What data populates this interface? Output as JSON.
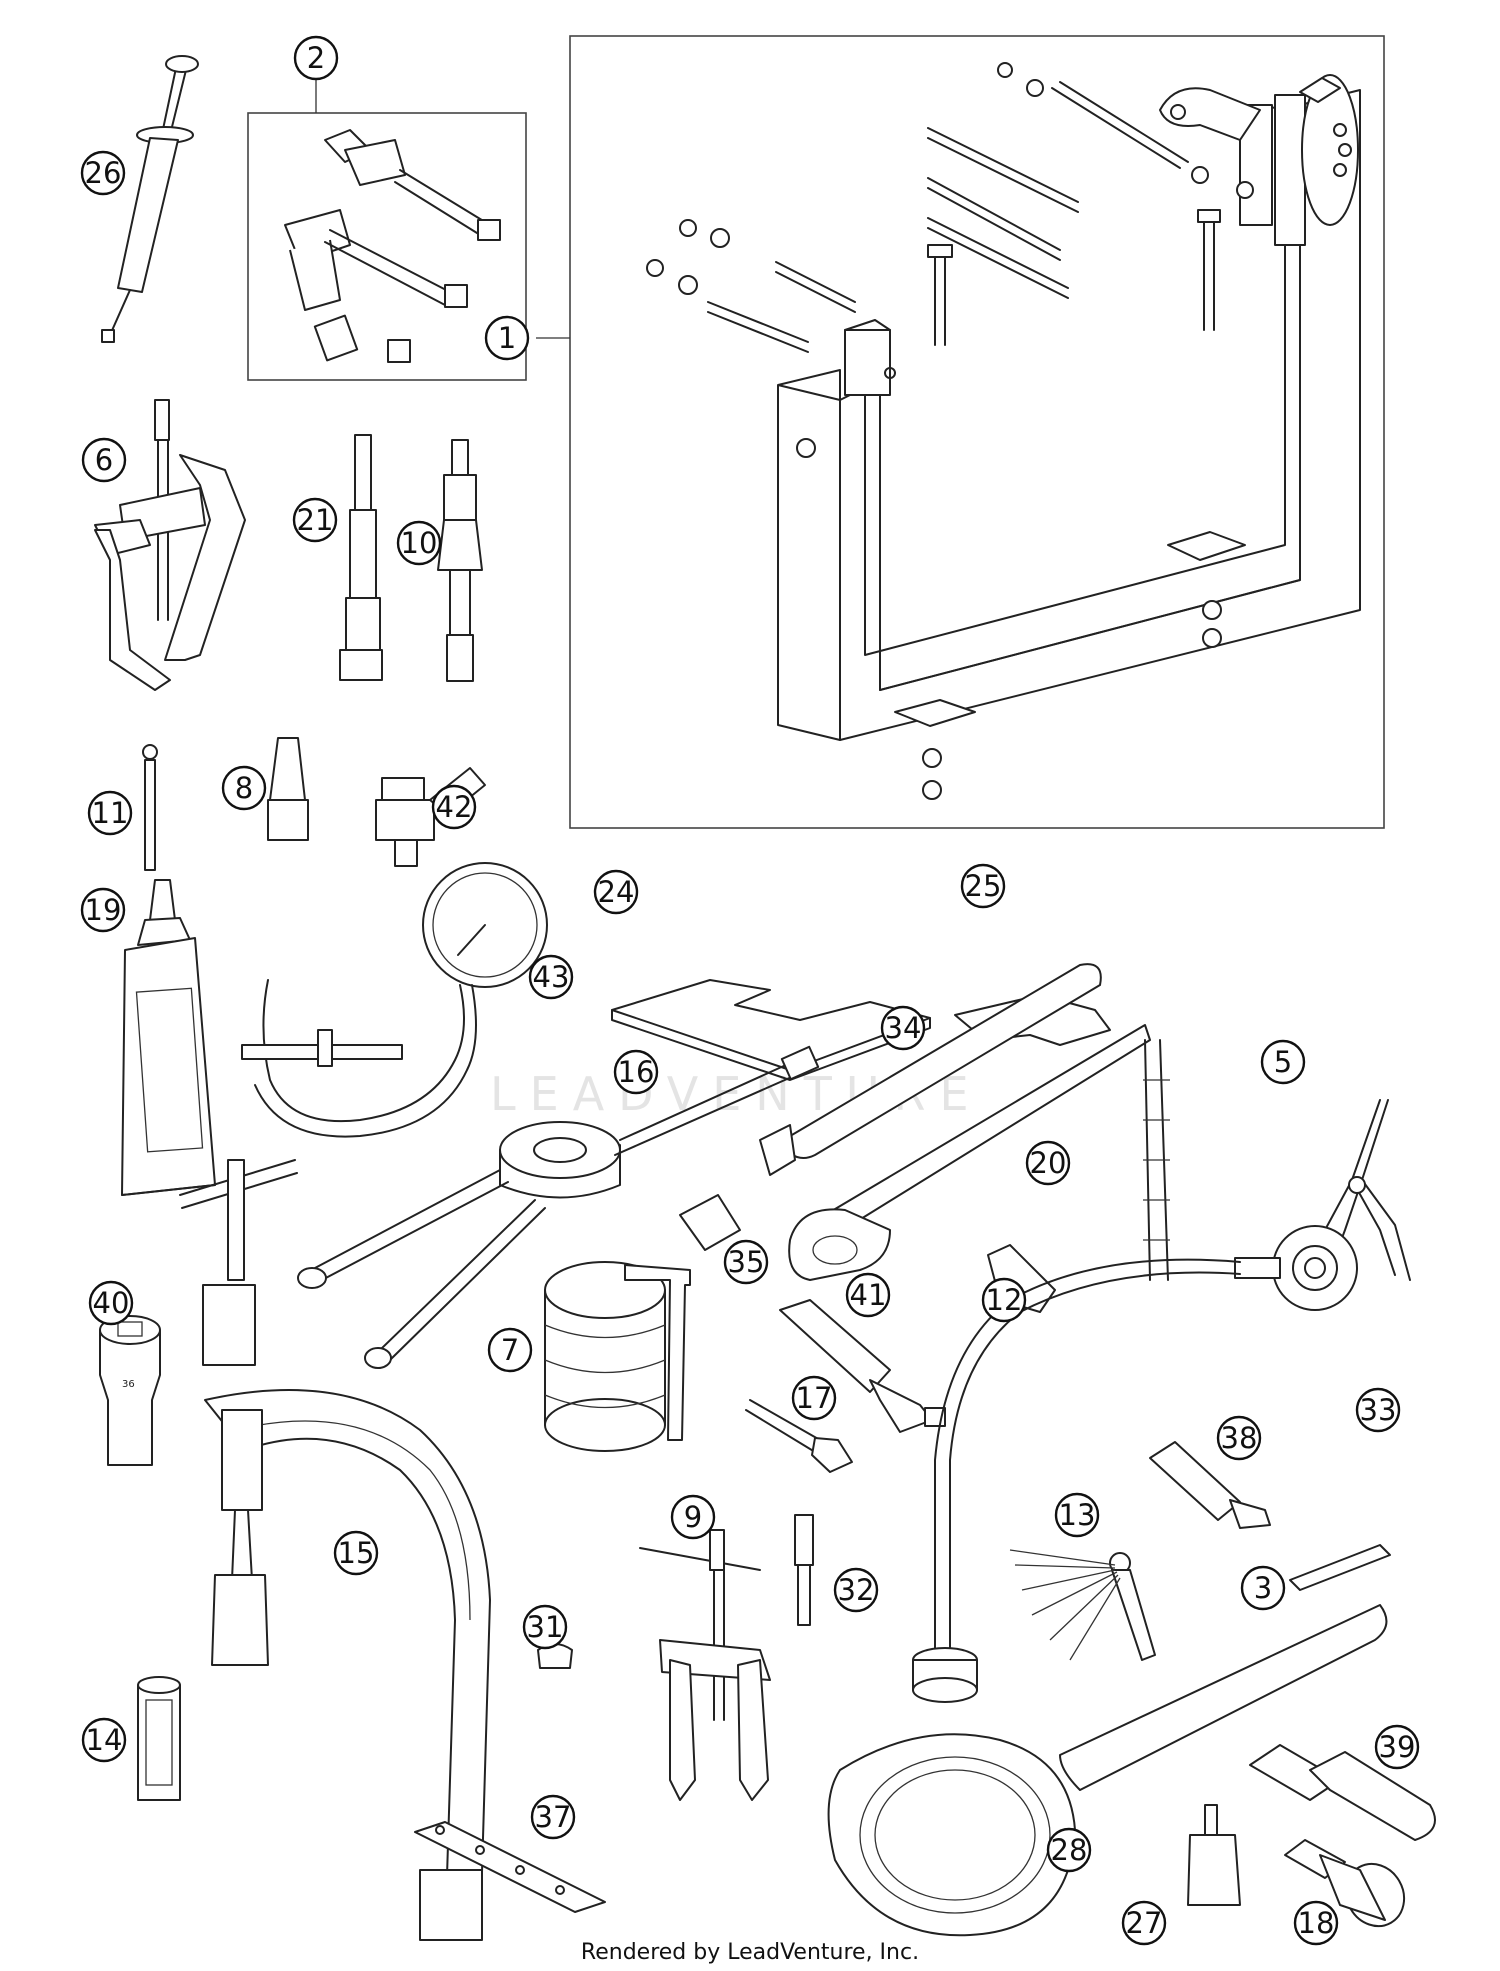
{
  "watermark": "LEADVENTURE",
  "footer": "Rendered by LeadVenture, Inc.",
  "callouts": [
    {
      "id": "1",
      "label": "1"
    },
    {
      "id": "2",
      "label": "2"
    },
    {
      "id": "3",
      "label": "3"
    },
    {
      "id": "5",
      "label": "5"
    },
    {
      "id": "6",
      "label": "6"
    },
    {
      "id": "7",
      "label": "7"
    },
    {
      "id": "8",
      "label": "8"
    },
    {
      "id": "9",
      "label": "9"
    },
    {
      "id": "10",
      "label": "10"
    },
    {
      "id": "11",
      "label": "11"
    },
    {
      "id": "12",
      "label": "12"
    },
    {
      "id": "13",
      "label": "13"
    },
    {
      "id": "14",
      "label": "14"
    },
    {
      "id": "15",
      "label": "15"
    },
    {
      "id": "16",
      "label": "16"
    },
    {
      "id": "17",
      "label": "17"
    },
    {
      "id": "18",
      "label": "18"
    },
    {
      "id": "19",
      "label": "19"
    },
    {
      "id": "20",
      "label": "20"
    },
    {
      "id": "21",
      "label": "21"
    },
    {
      "id": "24",
      "label": "24"
    },
    {
      "id": "25",
      "label": "25"
    },
    {
      "id": "26",
      "label": "26"
    },
    {
      "id": "27",
      "label": "27"
    },
    {
      "id": "28",
      "label": "28"
    },
    {
      "id": "31",
      "label": "31"
    },
    {
      "id": "32",
      "label": "32"
    },
    {
      "id": "33",
      "label": "33"
    },
    {
      "id": "34",
      "label": "34"
    },
    {
      "id": "35",
      "label": "35"
    },
    {
      "id": "37",
      "label": "37"
    },
    {
      "id": "38",
      "label": "38"
    },
    {
      "id": "39",
      "label": "39"
    },
    {
      "id": "40",
      "label": "40"
    },
    {
      "id": "41",
      "label": "41"
    },
    {
      "id": "42",
      "label": "42"
    },
    {
      "id": "43",
      "label": "43"
    }
  ]
}
